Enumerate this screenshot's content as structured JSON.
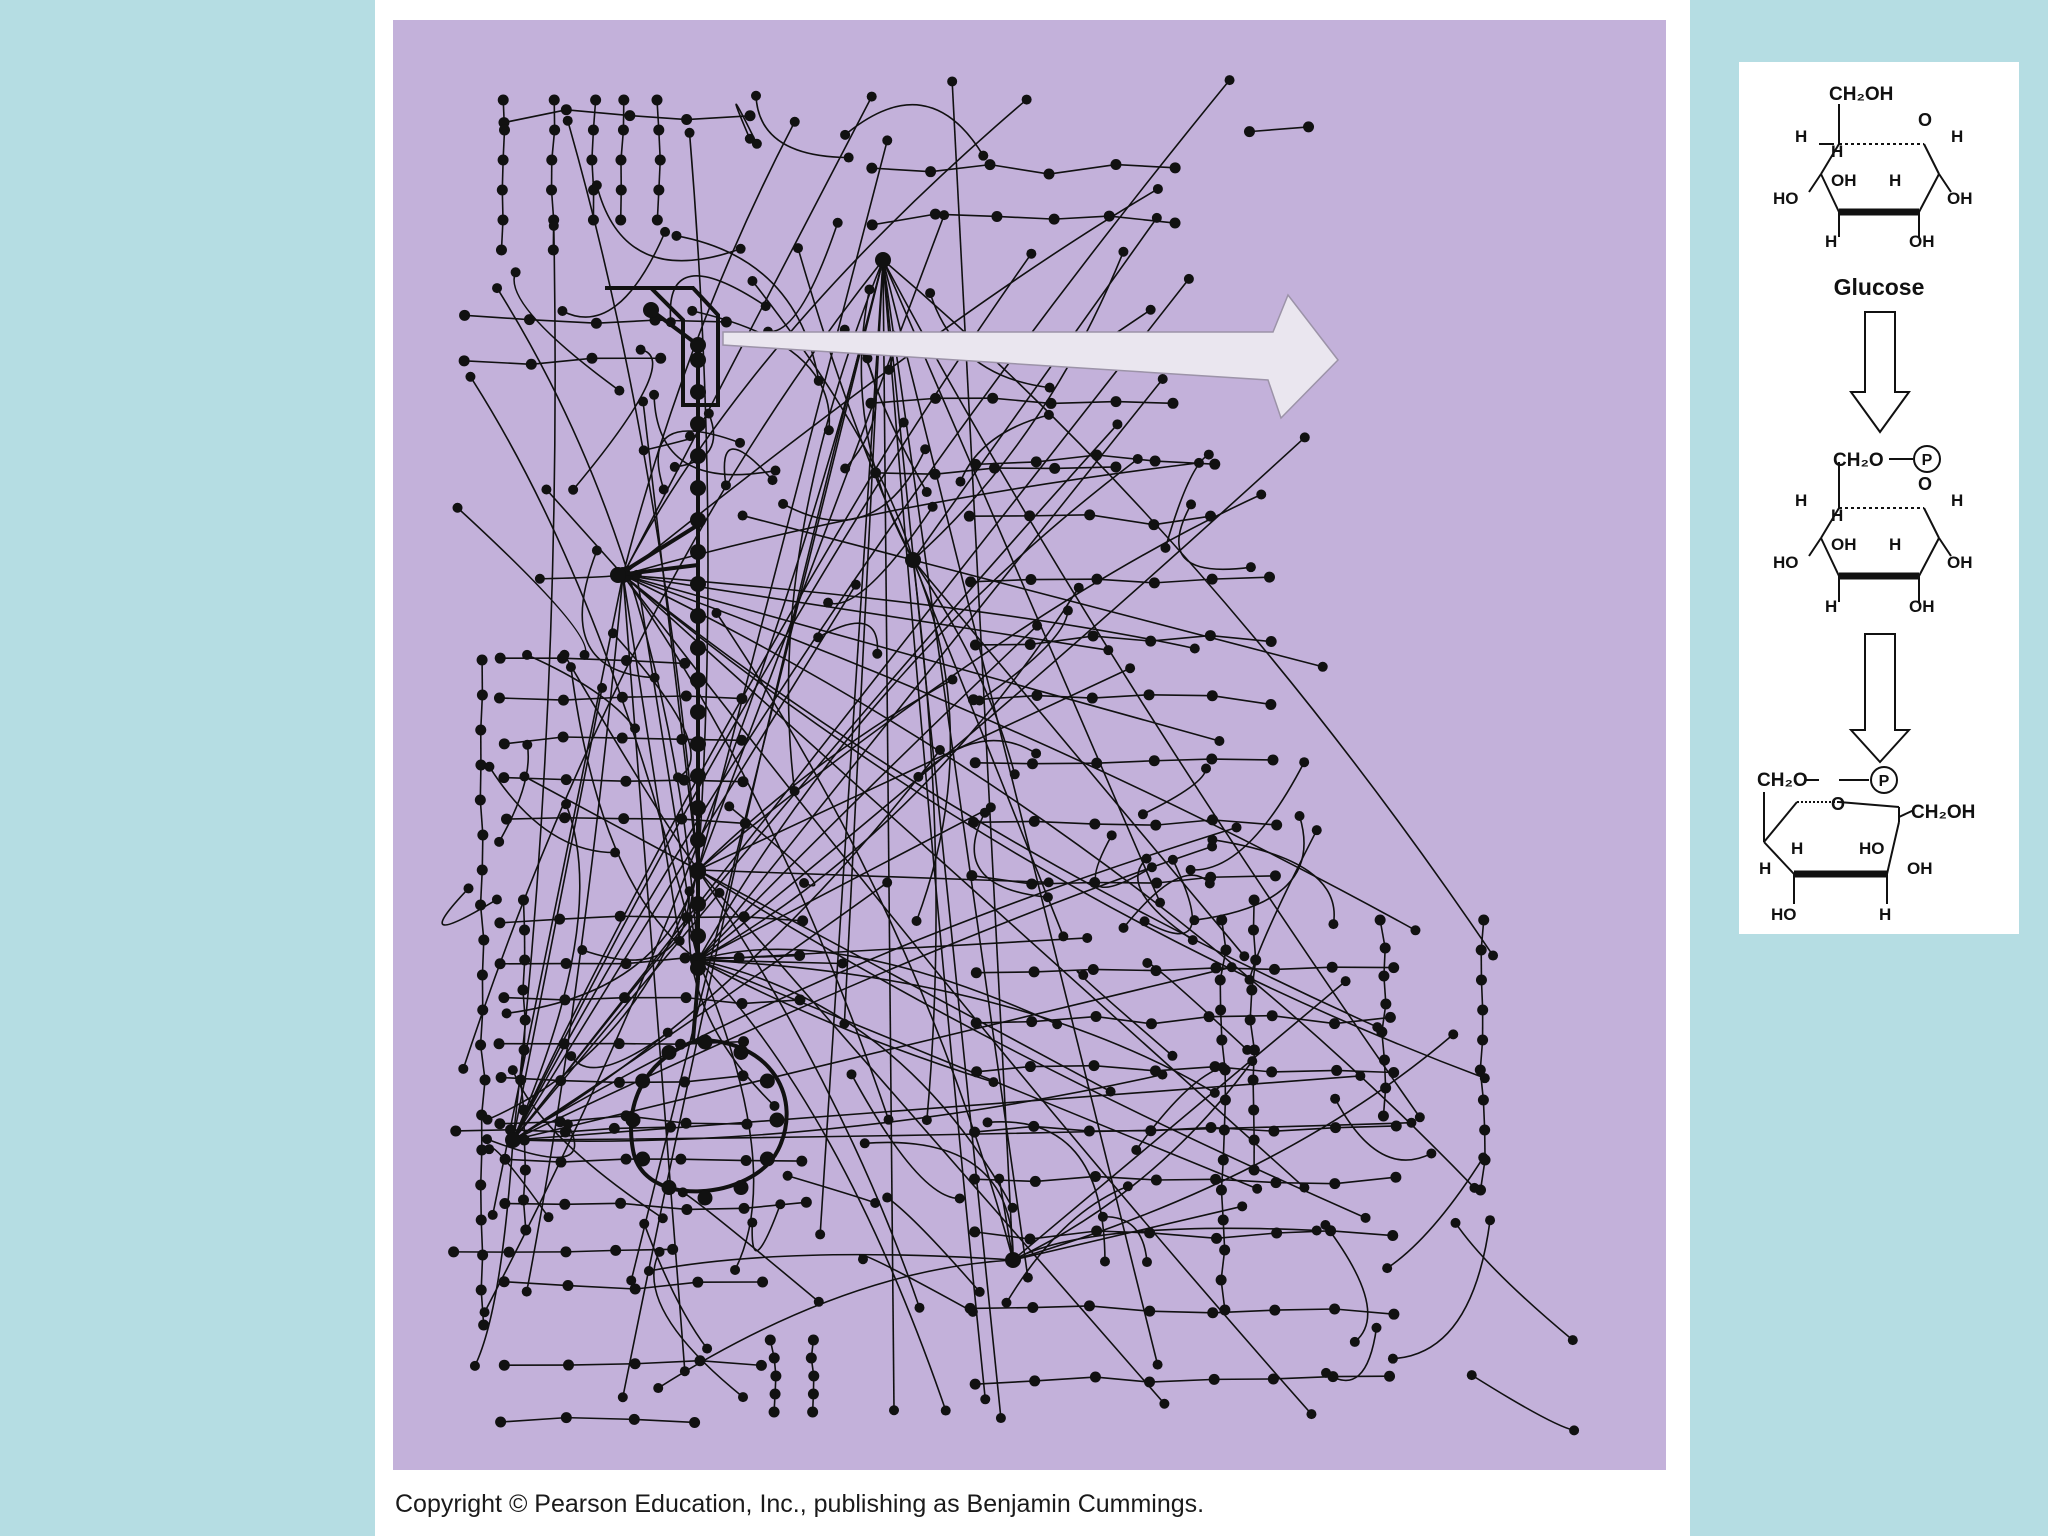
{
  "colors": {
    "background": "#b5dde3",
    "slide": "#ffffff",
    "network_panel": "#c3b1da",
    "ink": "#111111"
  },
  "inset": {
    "glucose": {
      "top_group": "CH₂OH",
      "ring_oxygen": "O",
      "h_labels": [
        "H",
        "H",
        "H",
        "H",
        "H"
      ],
      "oh_labels": [
        "HO",
        "OH",
        "OH",
        "OH"
      ],
      "name": "Glucose"
    },
    "glucose_6_phosphate": {
      "top_group": "CH₂O",
      "phosphate": "P",
      "ring_oxygen": "O",
      "h_labels": [
        "H",
        "H",
        "H",
        "H",
        "H"
      ],
      "oh_labels": [
        "HO",
        "OH",
        "OH",
        "OH"
      ]
    },
    "fructose_6_phosphate": {
      "left_group": "CH₂O",
      "phosphate": "P",
      "ring_oxygen": "O",
      "right_group": "CH₂OH",
      "h_labels": [
        "H",
        "H",
        "H"
      ],
      "oh_labels": [
        "HO",
        "OH",
        "HO"
      ]
    }
  },
  "copyright": "Copyright © Pearson Education, Inc., publishing as Benjamin Cummings."
}
